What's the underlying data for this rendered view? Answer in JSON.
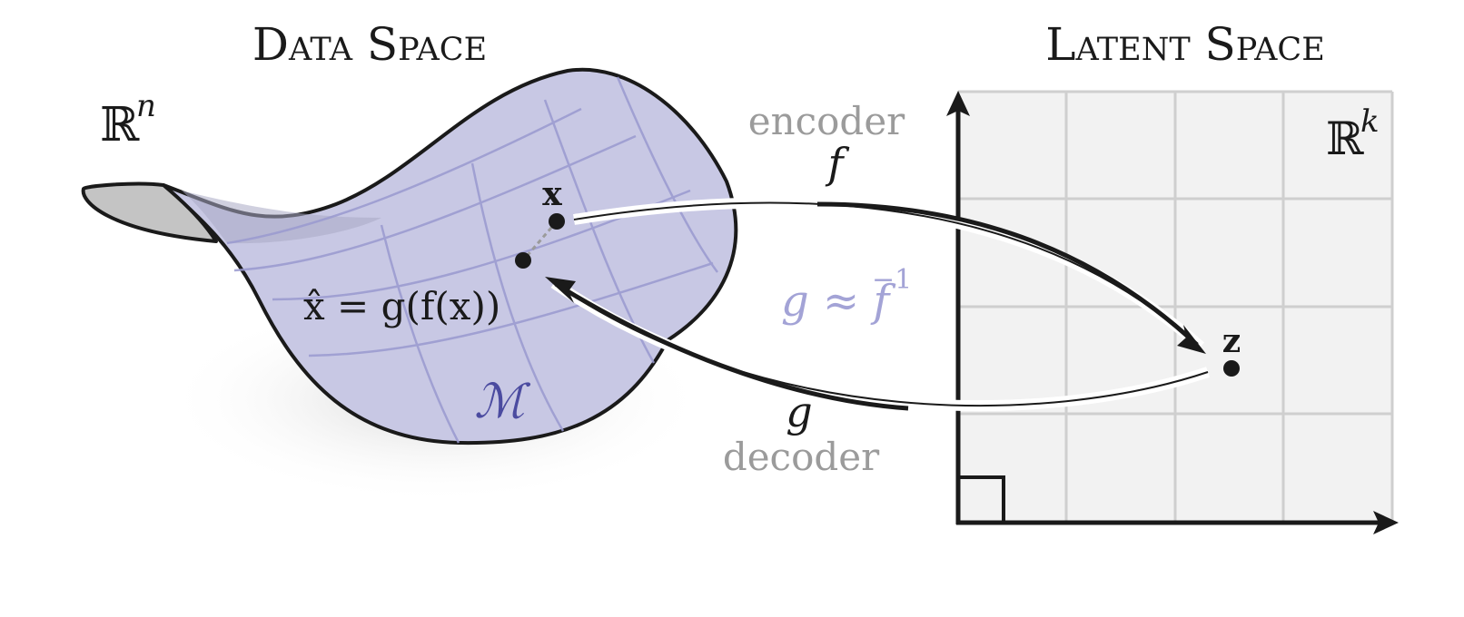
{
  "data_space": {
    "title": "Data Space",
    "space_symbol": "ℝ",
    "space_exponent": "n",
    "manifold_label": "ℳ",
    "x_label": "x",
    "xhat_formula": "x̂ = g(f(x))"
  },
  "latent_space": {
    "title": "Latent Space",
    "space_symbol": "ℝ",
    "space_exponent": "k",
    "z_label": "z"
  },
  "mappings": {
    "encoder_word": "encoder",
    "encoder_symbol": "f",
    "decoder_word": "decoder",
    "decoder_symbol": "g",
    "inverse_base": "g ≈ f",
    "inverse_exponent": "−1"
  },
  "colors": {
    "manifold_fill": "#c8c8e4",
    "manifold_lines": "#9a9ad0",
    "manifold_label": "#4b4ba0",
    "inverse_text": "#a3a3d6",
    "muted_text": "#9b9b9b",
    "latent_bg": "#f2f2f2",
    "grid": "#cfcfcf",
    "ink": "#1a1a1a"
  }
}
